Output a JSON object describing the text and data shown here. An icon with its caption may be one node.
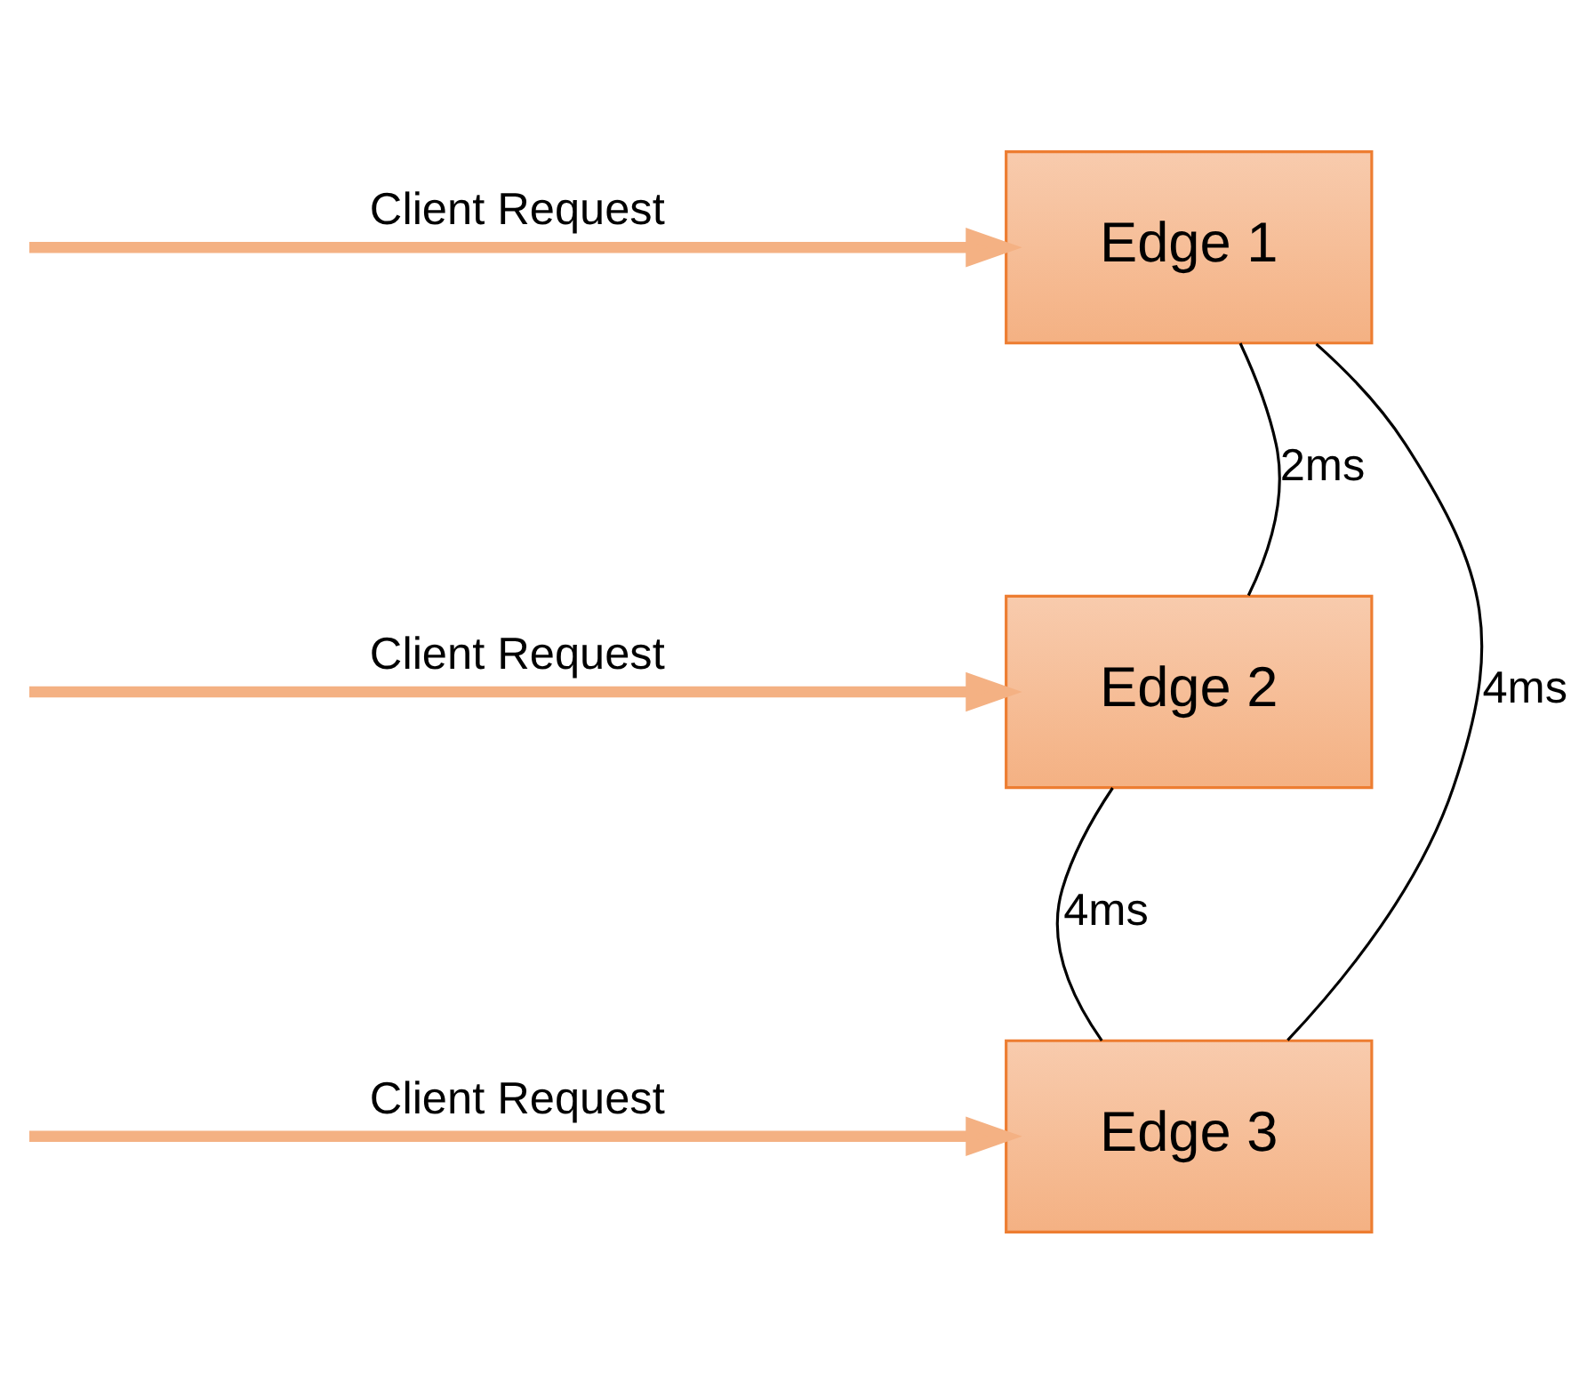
{
  "diagram": {
    "nodes": [
      {
        "text": [
          "Edge 1"
        ]
      },
      {
        "text": [
          "Edge 2"
        ]
      },
      {
        "text": [
          "Edge 3"
        ]
      }
    ],
    "edges": [
      {
        "from": 0,
        "to": 1,
        "arrow": "none",
        "label": "2ms"
      },
      {
        "from": 0,
        "to": 2,
        "arrow": "none",
        "label": "4ms"
      },
      {
        "from": 1,
        "to": 2,
        "arrow": "none",
        "label": "4ms"
      },
      {
        "from": null,
        "to": 0,
        "arrow": "to",
        "label": "Client Request",
        "style": "thick",
        "color": "#f4b183"
      },
      {
        "from": null,
        "to": 1,
        "arrow": "to",
        "label": "Client Request",
        "style": "thick",
        "color": "#f4b183"
      },
      {
        "from": null,
        "to": 2,
        "arrow": "to",
        "label": "Client Request",
        "style": "thick",
        "color": "#f4b183"
      }
    ]
  }
}
